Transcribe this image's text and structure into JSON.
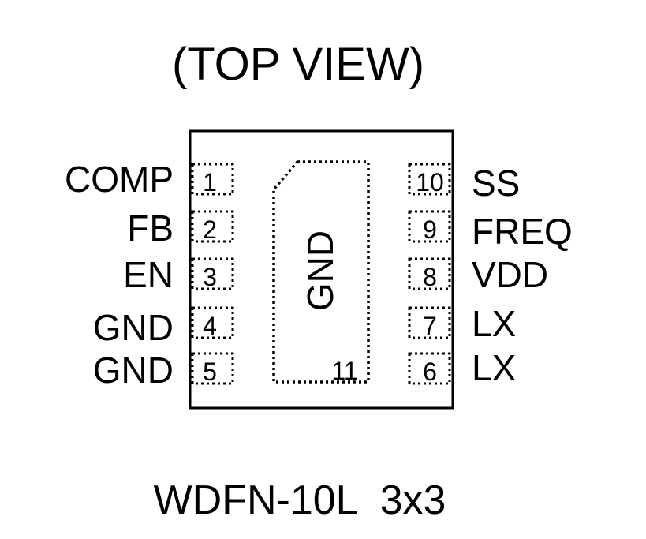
{
  "title": "(TOP VIEW)",
  "package": "WDFN-10L  3x3",
  "center_pad": {
    "label": "GND",
    "number": "11"
  },
  "left_pins": [
    {
      "number": "1",
      "name": "COMP"
    },
    {
      "number": "2",
      "name": "FB"
    },
    {
      "number": "3",
      "name": "EN"
    },
    {
      "number": "4",
      "name": "GND"
    },
    {
      "number": "5",
      "name": "GND"
    }
  ],
  "right_pins": [
    {
      "number": "10",
      "name": "SS"
    },
    {
      "number": "9",
      "name": "FREQ"
    },
    {
      "number": "8",
      "name": "VDD"
    },
    {
      "number": "7",
      "name": "LX"
    },
    {
      "number": "6",
      "name": "LX"
    }
  ]
}
